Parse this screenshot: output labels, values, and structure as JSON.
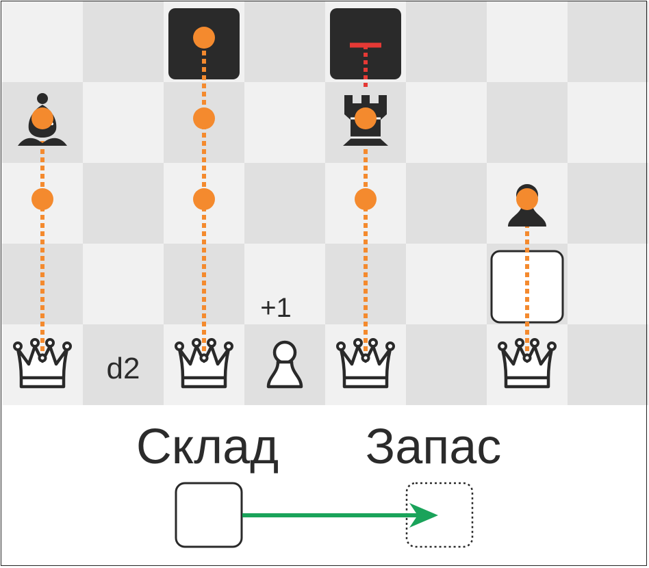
{
  "board": {
    "light_color": "#f1f1f1",
    "dark_color": "#e0e0e0",
    "square_text": "d2",
    "bonus_badge": "+1"
  },
  "pieces": [
    {
      "name": "black-bishop",
      "color": "black",
      "kind": "bishop",
      "square": "a4"
    },
    {
      "name": "black-rook",
      "color": "black",
      "kind": "rook",
      "square": "e4"
    },
    {
      "name": "black-pawn",
      "color": "black",
      "kind": "pawn",
      "square": "g3"
    },
    {
      "name": "white-queen-a1",
      "color": "white",
      "kind": "queen",
      "square": "a1"
    },
    {
      "name": "white-queen-c1",
      "color": "white",
      "kind": "queen",
      "square": "c1"
    },
    {
      "name": "white-pawn-d1",
      "color": "white",
      "kind": "pawn",
      "square": "d1"
    },
    {
      "name": "white-queen-e1",
      "color": "white",
      "kind": "queen",
      "square": "e1"
    },
    {
      "name": "white-queen-g1",
      "color": "white",
      "kind": "queen",
      "square": "g1"
    }
  ],
  "special_squares": [
    {
      "name": "dark-block-c5",
      "square": "c5",
      "style": "dark"
    },
    {
      "name": "dark-block-e5",
      "square": "e5",
      "style": "dark",
      "mark": "red-t"
    },
    {
      "name": "white-block-g2",
      "square": "g2",
      "style": "white"
    }
  ],
  "move_paths": [
    {
      "name": "path-a",
      "from": "a1",
      "to": "a4",
      "dots": [
        "a3",
        "a4"
      ]
    },
    {
      "name": "path-c",
      "from": "c1",
      "to": "c5",
      "dots": [
        "c3",
        "c4",
        "c5"
      ]
    },
    {
      "name": "path-e",
      "from": "e1",
      "to": "e4",
      "dots": [
        "e3",
        "e4"
      ]
    },
    {
      "name": "path-g",
      "from": "g1",
      "to": "g3",
      "dots": [
        "g3"
      ]
    }
  ],
  "colors": {
    "path": "#f48a2e",
    "blocked_mark": "#e53935",
    "transfer_arrow": "#1aa35a",
    "dark_piece": "#2a2a2a",
    "white_piece": "#ffffff"
  },
  "legend": {
    "storage_label": "Склад",
    "reserve_label": "Запас"
  }
}
